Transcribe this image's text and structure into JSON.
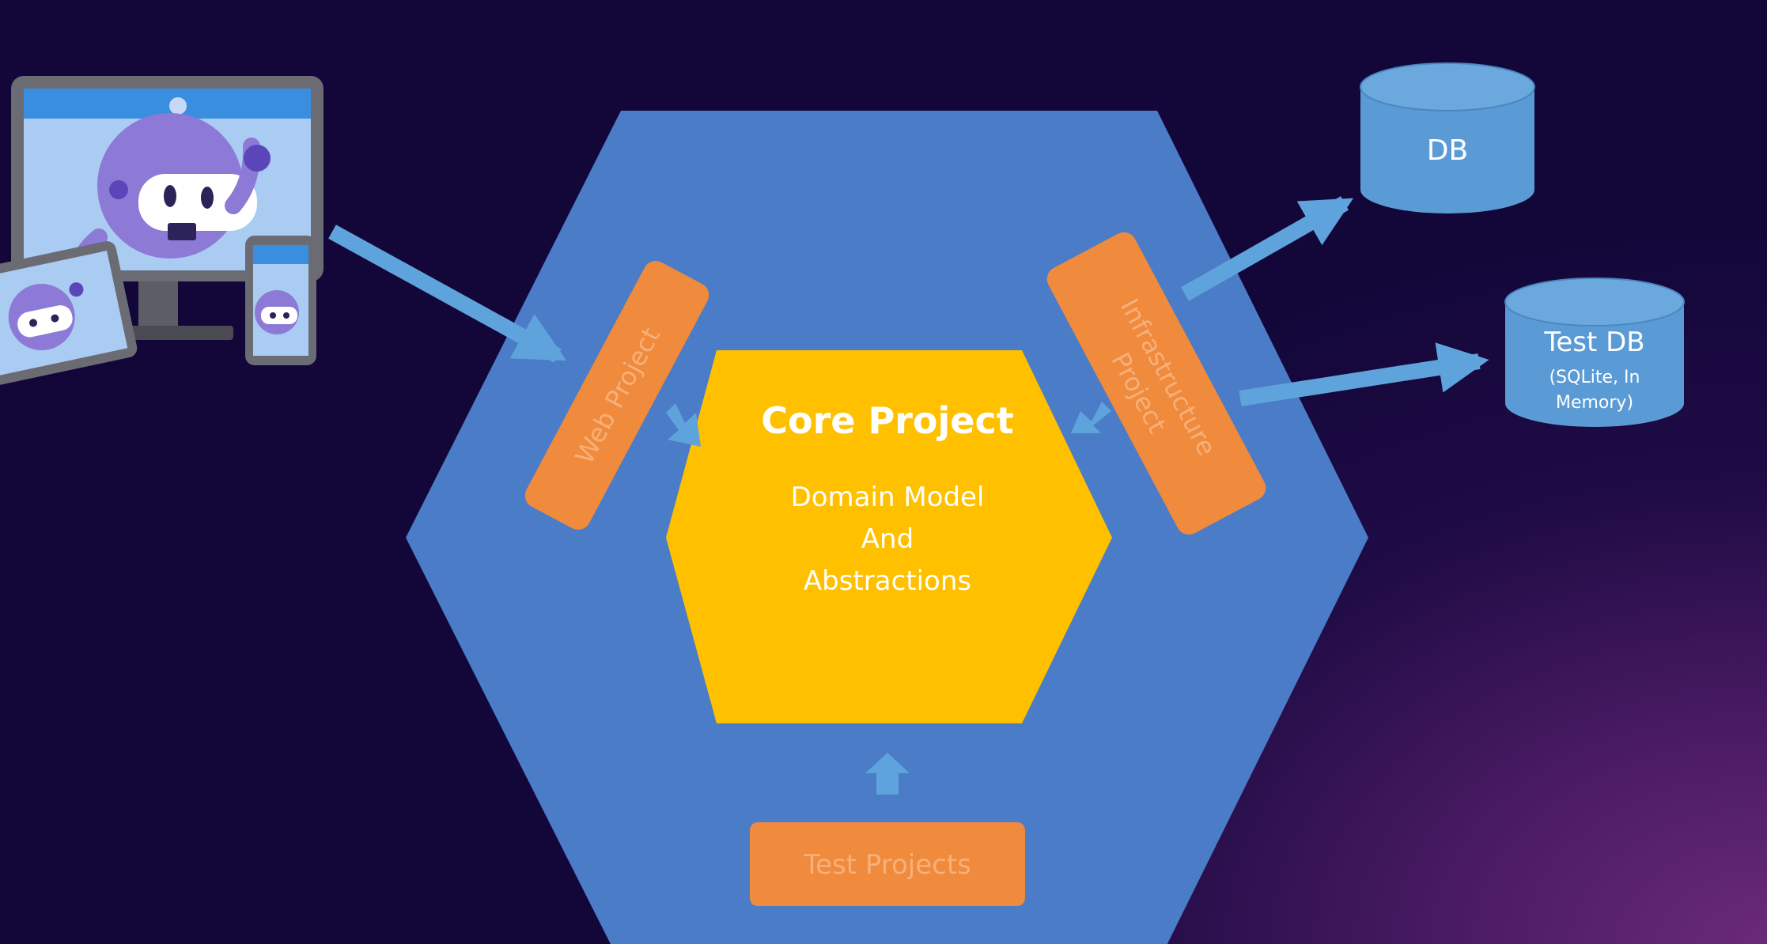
{
  "diagram": {
    "core": {
      "title": "Core Project",
      "subtitle_lines": [
        "Domain Model",
        "And",
        "Abstractions"
      ]
    },
    "web_project": {
      "label": "Web Project"
    },
    "infrastructure_project": {
      "label_lines": [
        "Infrastructure",
        "Project"
      ]
    },
    "test_projects": {
      "label": "Test Projects"
    },
    "db": {
      "label": "DB"
    },
    "test_db": {
      "label": "Test DB",
      "note_lines": [
        "(SQLite, In",
        "Memory)"
      ]
    }
  },
  "colors": {
    "background": "#13073a",
    "outer_hexagon": "#4a7cc8",
    "core_hexagon": "#ffc000",
    "adapter_boxes": "#f08a3c",
    "database": "#5b9bd5",
    "arrows": "#5fa3dc"
  }
}
